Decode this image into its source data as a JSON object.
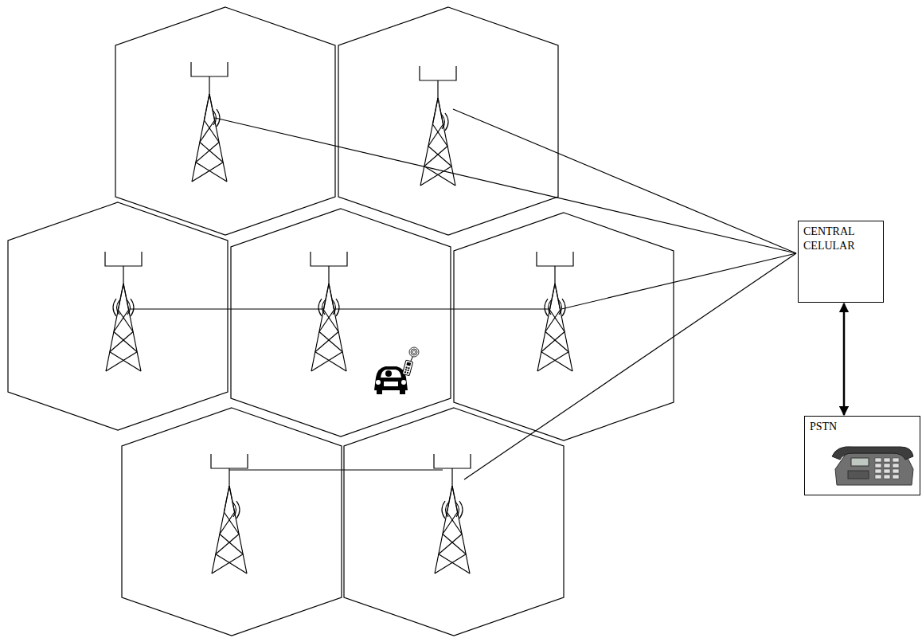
{
  "diagram": {
    "nodes": [
      {
        "text": [
          "CENTRAL CELULAR"
        ]
      },
      {
        "text": [
          "PSTN"
        ]
      }
    ],
    "edges": [
      {
        "from": 0,
        "to": 1,
        "arrow": "both"
      }
    ]
  }
}
